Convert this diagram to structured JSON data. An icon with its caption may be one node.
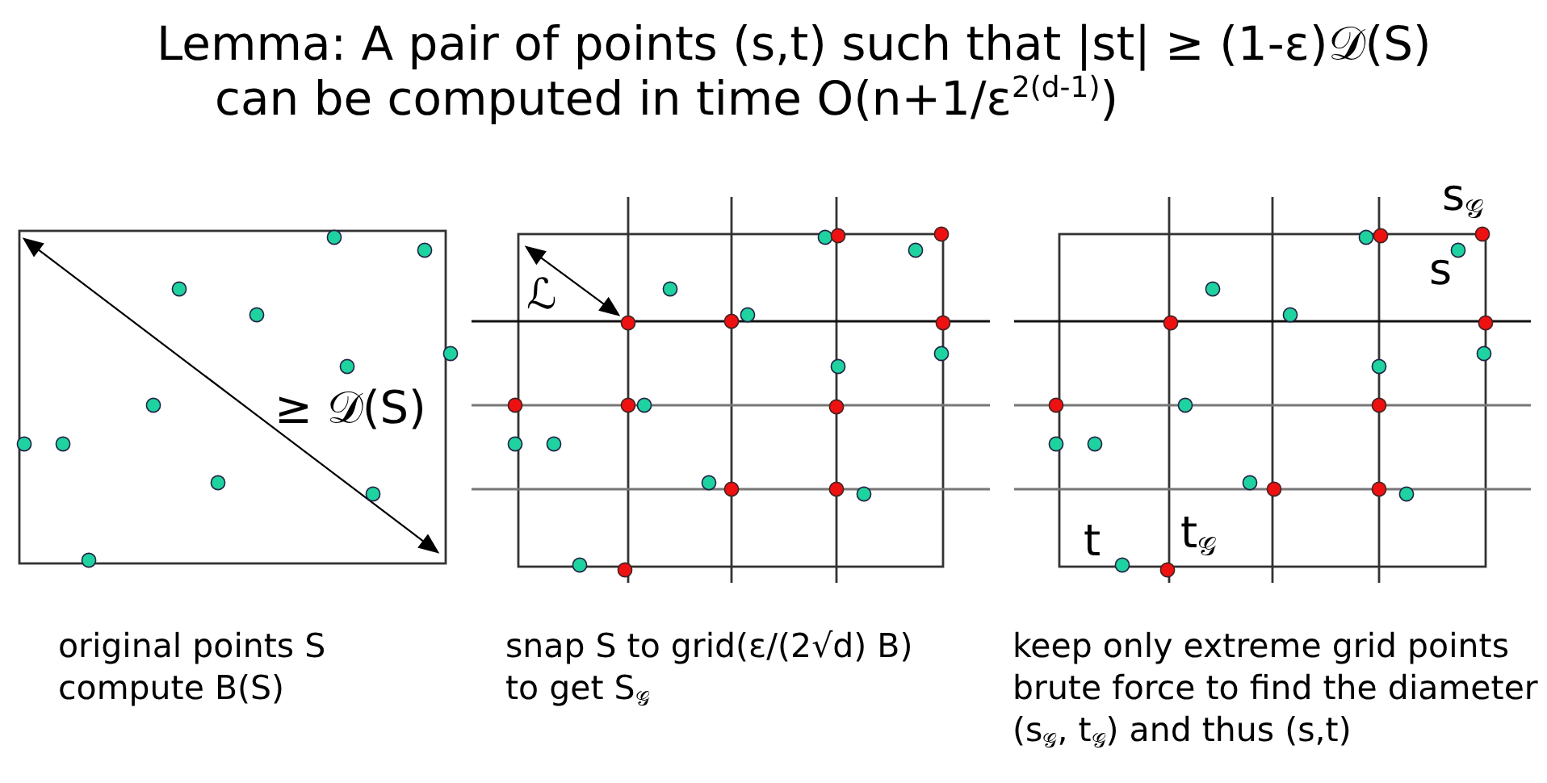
{
  "diagram": {
    "title": "Lemma: A pair of points (s,t) such that |st| ≥ (1-ε)𝒟(S) can be computed in time O(n+1/ε$^{2(d-1)}$)",
    "labels": [
      "≥ 𝒟(S)",
      "ℒ",
      "s$_{𝒢}$",
      "s",
      "t",
      "t$_{𝒢}$",
      "original points S",
      "compute B(S)",
      "snap S to grid(ε/(2√d) B)",
      "to get S$_{𝒢}$",
      "keep only extreme grid points",
      "brute force to find the diameter",
      "(s$_{𝒢}$, t$_{𝒢}$) and thus (s,t)"
    ]
  }
}
